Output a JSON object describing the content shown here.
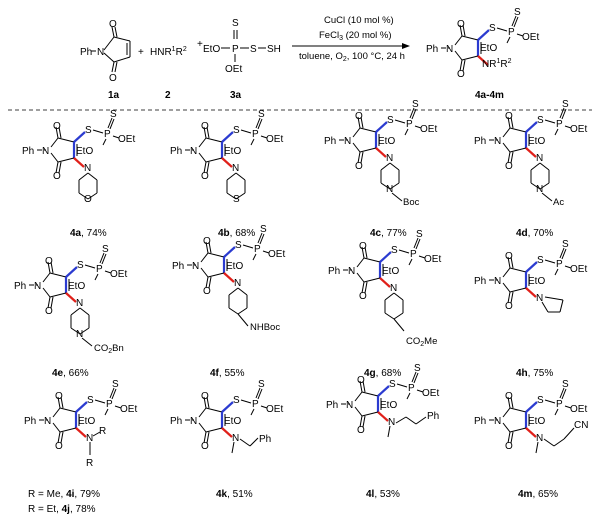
{
  "reaction": {
    "reagents": [
      {
        "id": "1a",
        "label": "1a"
      },
      {
        "id": "2",
        "label": "2",
        "formula": "HNR",
        "sup1": "1",
        "mid": "R",
        "sup2": "2"
      },
      {
        "id": "3a",
        "label": "3a"
      }
    ],
    "plus": "+",
    "conditions": {
      "cat1": "CuCl (10 mol %)",
      "cat2": "FeCl",
      "cat2_sub": "3",
      "cat2_rest": " (20 mol %)",
      "solvent_a": "toluene, O",
      "solvent_sub": "2",
      "solvent_b": ", 100 °C, 24 h"
    },
    "product_label": "4a-4m"
  },
  "atoms": {
    "ph": "Ph",
    "n": "N",
    "o": "O",
    "s": "S",
    "p": "P",
    "oet": "OEt",
    "eto": "EtO",
    "sh": "SH",
    "nboc": "NHBoc",
    "boc": "Boc",
    "ac": "Ac",
    "co2": "CO",
    "co2_sub": "2",
    "bn": "Bn",
    "me": "Me",
    "r": "R",
    "r1": "1",
    "r2": "2",
    "cn": "CN",
    "nr": "NR"
  },
  "products": [
    {
      "id": "4a",
      "yield": ", 74%"
    },
    {
      "id": "4b",
      "yield": ", 68%"
    },
    {
      "id": "4c",
      "yield": ", 77%"
    },
    {
      "id": "4d",
      "yield": ", 70%"
    },
    {
      "id": "4e",
      "yield": ", 66%"
    },
    {
      "id": "4f",
      "yield": ", 55%"
    },
    {
      "id": "4g",
      "yield": ", 68%"
    },
    {
      "id": "4h",
      "yield": ", 75%"
    },
    {
      "id": "4i",
      "yield": ", 79%",
      "prefix": "R = Me, "
    },
    {
      "id": "4j",
      "yield": ", 78%",
      "prefix": "R = Et, "
    },
    {
      "id": "4k",
      "yield": ", 51%"
    },
    {
      "id": "4l",
      "yield": ", 53%"
    },
    {
      "id": "4m",
      "yield": ", 65%"
    }
  ]
}
